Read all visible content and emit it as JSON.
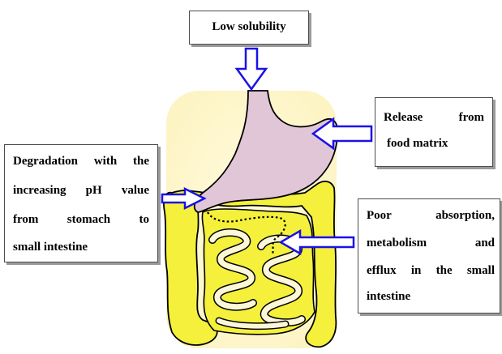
{
  "labels": {
    "low_solubility": "Low solubility",
    "release": [
      "Release from",
      "food matrix"
    ],
    "degradation": [
      "Degradation with the",
      "increasing pH value",
      "from stomach to",
      "small intestine"
    ],
    "absorption": [
      "Poor absorption,",
      "metabolism and",
      "efflux in the small",
      "intestine"
    ]
  },
  "colors": {
    "arrow": "#1a12e6",
    "stomach": "#e0c6d6",
    "intestine": "#f4f03c",
    "background_glow": "#fbf6cf",
    "outline": "#000000"
  }
}
